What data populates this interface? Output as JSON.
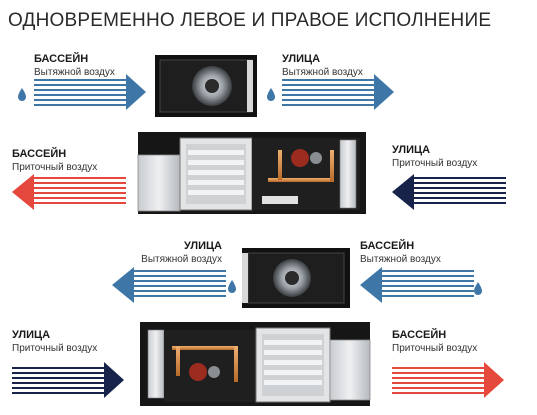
{
  "title": "ОДНОВРЕМЕННО ЛЕВОЕ И ПРАВОЕ ИСПОЛНЕНИЕ",
  "colors": {
    "exhaust_blue": "#3f76a8",
    "supply_red": "#e5483c",
    "supply_navy": "#17234a",
    "drop_blue": "#3f76a8"
  },
  "top": {
    "exhaust_left": {
      "heading": "БАССЕЙН",
      "subtitle": "Вытяжной воздух"
    },
    "exhaust_right": {
      "heading": "УЛИЦА",
      "subtitle": "Вытяжной воздух"
    },
    "supply_left": {
      "heading": "БАССЕЙН",
      "subtitle": "Приточный воздух"
    },
    "supply_right": {
      "heading": "УЛИЦА",
      "subtitle": "Приточный воздух"
    }
  },
  "bottom": {
    "exhaust_left": {
      "heading": "УЛИЦА",
      "subtitle": "Вытяжной воздух"
    },
    "exhaust_right": {
      "heading": "БАССЕЙН",
      "subtitle": "Вытяжной воздух"
    },
    "supply_left": {
      "heading": "УЛИЦА",
      "subtitle": "Приточный воздух"
    },
    "supply_right": {
      "heading": "БАССЕЙН",
      "subtitle": "Приточный воздух"
    }
  }
}
